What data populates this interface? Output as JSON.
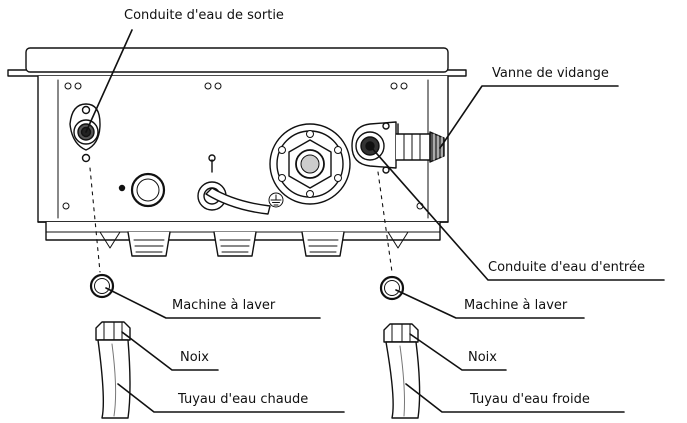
{
  "labels": {
    "outlet_pipe": "Conduite d'eau de sortie",
    "drain_valve": "Vanne de vidange",
    "inlet_pipe": "Conduite d'eau d'entrée",
    "washer_left": "Machine à laver",
    "washer_right": "Machine à laver",
    "nut_left": "Noix",
    "nut_right": "Noix",
    "hot_pipe": "Tuyau d'eau chaude",
    "cold_pipe": "Tuyau d'eau froide"
  },
  "colors": {
    "line": "#111111",
    "fill": "#ffffff",
    "shade": "#cfcfcf",
    "dark": "#3a3a3a"
  }
}
